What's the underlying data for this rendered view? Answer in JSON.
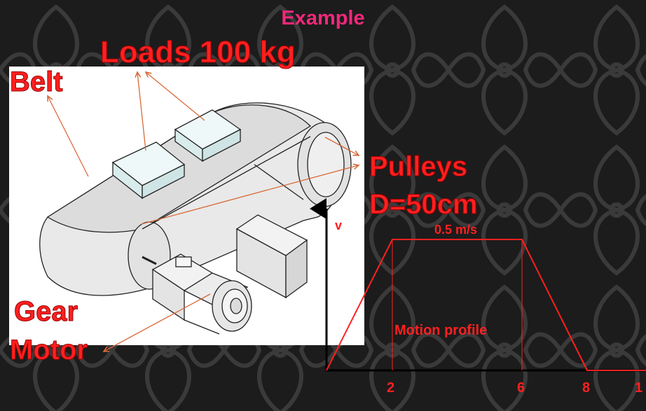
{
  "title": "Example",
  "labels": {
    "loads": "Loads 100 kg",
    "belt": "Belt",
    "pulleys": "Pulleys",
    "diameter": "D=50cm",
    "gear": "Gear",
    "motor": "Motor"
  },
  "profile": {
    "y_axis_label": "v",
    "peak_label": "0.5 m/s",
    "caption": "Motion profile",
    "x_ticks": [
      "2",
      "6",
      "8",
      "1"
    ]
  },
  "colors": {
    "title": "#f0287a",
    "labels": "#ff2020",
    "arrows": "#d96a3a",
    "profile": "#ff2020",
    "axes": "#000000"
  }
}
